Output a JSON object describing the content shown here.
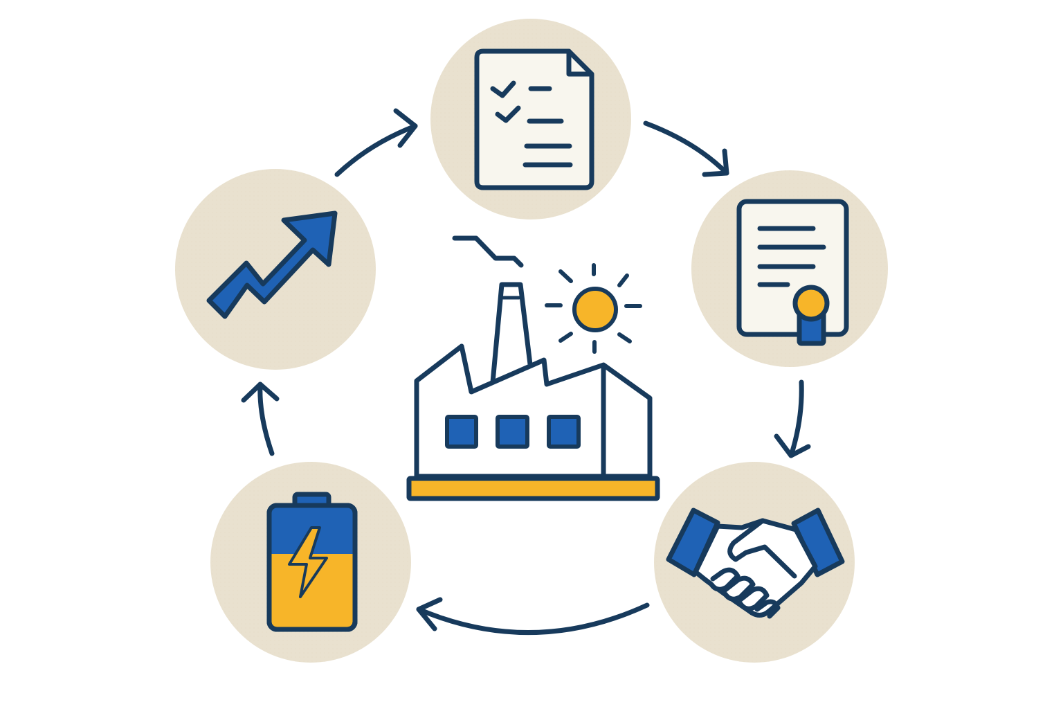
{
  "colors": {
    "navy": "#173a5c",
    "blue": "#1f62b5",
    "yellow": "#f7b529",
    "circle_bg": "#e9e1cf",
    "paper": "#f8f6ee",
    "white": "#ffffff"
  },
  "center": {
    "icon": "factory-with-sun-icon"
  },
  "cycle": {
    "direction": "clockwise",
    "steps": [
      {
        "id": "checklist",
        "icon": "checklist-document-icon"
      },
      {
        "id": "certificate",
        "icon": "certificate-document-icon"
      },
      {
        "id": "agreement",
        "icon": "handshake-icon"
      },
      {
        "id": "energy-storage",
        "icon": "battery-charging-icon"
      },
      {
        "id": "growth",
        "icon": "growth-arrow-icon"
      }
    ]
  }
}
